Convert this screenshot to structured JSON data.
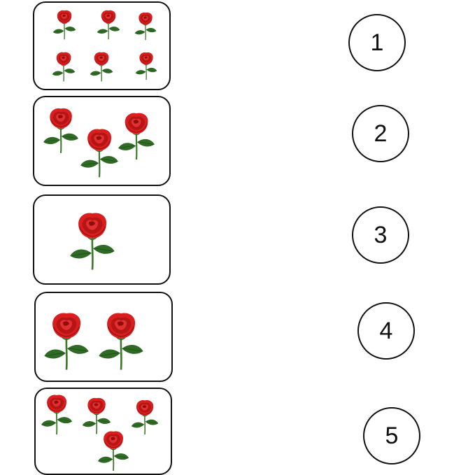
{
  "worksheet": {
    "cards": [
      {
        "rose_count": 6
      },
      {
        "rose_count": 3
      },
      {
        "rose_count": 1
      },
      {
        "rose_count": 2
      },
      {
        "rose_count": 4
      }
    ],
    "numbers": [
      "1",
      "2",
      "3",
      "4",
      "5"
    ]
  },
  "colors": {
    "rose_red": "#d81e1e",
    "rose_dark": "#8f0d0d",
    "leaf_green": "#2f6b25",
    "stem_green": "#3d7a2c",
    "outline": "#111111"
  },
  "icons": {
    "flower": "rose-icon"
  }
}
